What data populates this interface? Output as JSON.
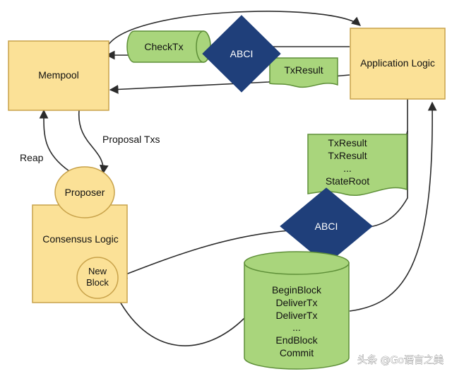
{
  "colors": {
    "box_fill": "#fbe197",
    "box_stroke": "#c8a24a",
    "green_fill": "#a9d57c",
    "green_stroke": "#5e8f38",
    "abci_fill": "#1f3f7a",
    "arrow": "#2b2b2b"
  },
  "diagram": {
    "mempool": "Mempool",
    "application_logic": "Application Logic",
    "consensus_logic": "Consensus Logic",
    "proposer": "Proposer",
    "new_block_line1": "New",
    "new_block_line2": "Block",
    "checktx": "CheckTx",
    "abci_top": "ABCI",
    "abci_bottom": "ABCI",
    "txresult_top": "TxResult",
    "txresult_list": [
      "TxResult",
      "TxResult",
      "...",
      "StateRoot"
    ],
    "proposal_txs": "Proposal Txs",
    "reap": "Reap",
    "block_calls": [
      "BeginBlock",
      "DeliverTx",
      "DeliverTx",
      "...",
      "EndBlock",
      "Commit"
    ]
  },
  "watermark": "头条 @Go语言之美"
}
